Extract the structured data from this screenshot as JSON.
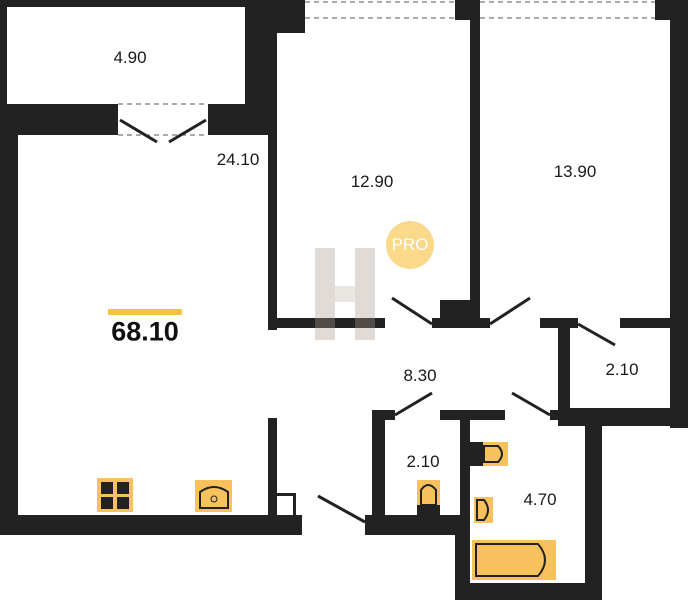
{
  "plan": {
    "total_area": "68.10",
    "badge": "PRO",
    "rooms": {
      "balcony": "4.90",
      "living": "24.10",
      "bedroom1": "12.90",
      "bedroom2": "13.90",
      "hall": "8.30",
      "storage": "2.10",
      "wc": "2.10",
      "bathroom": "4.70"
    }
  },
  "colors": {
    "wall": "#222222",
    "accent": "#f5c242",
    "fixture": "#f7c25e",
    "badge": "#fbd98a"
  }
}
